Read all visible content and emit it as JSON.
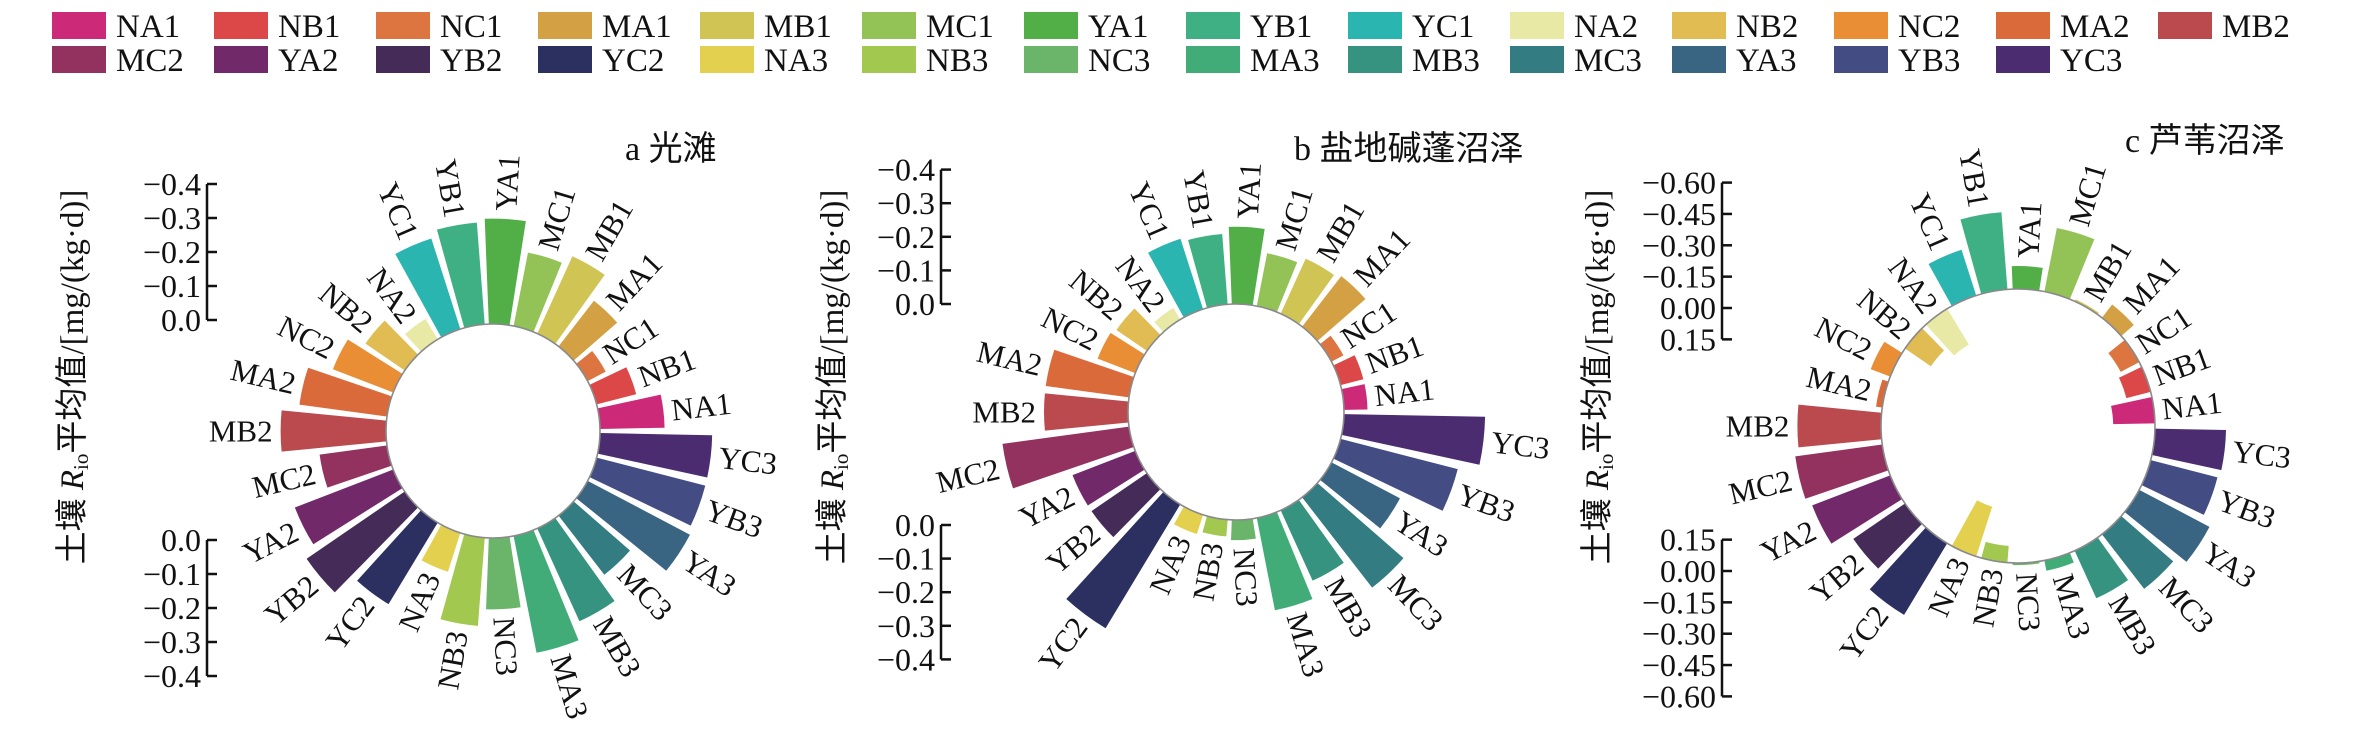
{
  "chart_data": {
    "type": "circular-bar",
    "legend": {
      "placement": "top",
      "entries": [
        "NA1",
        "NB1",
        "NC1",
        "MA1",
        "MB1",
        "MC1",
        "YA1",
        "YB1",
        "YC1",
        "NA2",
        "NB2",
        "NC2",
        "MA2",
        "MB2",
        "MC2",
        "YA2",
        "YB2",
        "YC2",
        "NA3",
        "NB3",
        "NC3",
        "MA3",
        "MB3",
        "MC3",
        "YA3",
        "YB3",
        "YC3"
      ],
      "colors": [
        "#cc2a78",
        "#dc4747",
        "#dd7540",
        "#d4a044",
        "#d0c455",
        "#93c257",
        "#52ae46",
        "#3fb084",
        "#2ab5b1",
        "#e8e9a4",
        "#e0bc52",
        "#ea8e36",
        "#db6a3a",
        "#bb4a4f",
        "#93325f",
        "#71296a",
        "#442b58",
        "#2b3060",
        "#e2d04e",
        "#a3c84f",
        "#6bb56a",
        "#41ac78",
        "#36937f",
        "#327c82",
        "#396582",
        "#434d83",
        "#4b2c71"
      ]
    },
    "ylabel": {
      "prefix": "土壤 ",
      "symbol": "R",
      "subscript": "io",
      "suffix": "平均值/[mg/(kg·d)]"
    },
    "panels": [
      {
        "title": "a 光滩",
        "categories": [
          "NA1",
          "NB1",
          "NC1",
          "MA1",
          "MB1",
          "MC1",
          "YA1",
          "YB1",
          "YC1",
          "NA2",
          "NB2",
          "NC2",
          "MA2",
          "MB2",
          "MC2",
          "YA2",
          "YB2",
          "YC2",
          "NA3",
          "NB3",
          "NC3",
          "MA3",
          "MB3",
          "MC3",
          "YA3",
          "YB3",
          "YC3"
        ],
        "values": [
          -0.19,
          -0.12,
          -0.06,
          -0.17,
          -0.25,
          -0.22,
          -0.31,
          -0.3,
          -0.28,
          -0.07,
          -0.14,
          -0.19,
          -0.26,
          -0.31,
          -0.2,
          -0.31,
          -0.35,
          -0.28,
          -0.12,
          -0.26,
          -0.21,
          -0.35,
          -0.3,
          -0.22,
          -0.34,
          -0.33,
          -0.33
        ],
        "ylim": [
          0.0,
          -0.4
        ],
        "axis_top_ticks": [
          -0.4,
          -0.3,
          -0.2,
          -0.1,
          0.0
        ],
        "axis_top_labels": [
          "−0.4",
          "−0.3",
          "−0.2",
          "−0.1",
          "0.0"
        ],
        "axis_bottom_ticks": [
          0.0,
          -0.1,
          -0.2,
          -0.3,
          -0.4
        ],
        "axis_bottom_labels": [
          "0.0",
          "−0.1",
          "−0.2",
          "−0.3",
          "−0.4"
        ]
      },
      {
        "title": "b 盐地碱蓬沼泽",
        "categories": [
          "NA1",
          "NB1",
          "NC1",
          "MA1",
          "MB1",
          "MC1",
          "YA1",
          "YB1",
          "YC1",
          "NA2",
          "NB2",
          "NC2",
          "MA2",
          "MB2",
          "MC2",
          "YA2",
          "YB2",
          "YC2",
          "NA3",
          "NB3",
          "NC3",
          "MA3",
          "MB3",
          "MC3",
          "YA3",
          "YB3",
          "YC3"
        ],
        "values": [
          -0.07,
          -0.07,
          -0.04,
          -0.19,
          -0.18,
          -0.16,
          -0.23,
          -0.21,
          -0.22,
          -0.04,
          -0.11,
          -0.12,
          -0.25,
          -0.25,
          -0.38,
          -0.2,
          -0.2,
          -0.43,
          -0.06,
          -0.05,
          -0.06,
          -0.28,
          -0.23,
          -0.34,
          -0.23,
          -0.36,
          -0.42
        ],
        "ylim": [
          0.0,
          -0.4
        ],
        "axis_top_ticks": [
          -0.4,
          -0.3,
          -0.2,
          -0.1,
          0.0
        ],
        "axis_top_labels": [
          "−0.4",
          "−0.3",
          "−0.2",
          "−0.1",
          "0.0"
        ],
        "axis_bottom_ticks": [
          0.0,
          -0.1,
          -0.2,
          -0.3,
          -0.4
        ],
        "axis_bottom_labels": [
          "0.0",
          "−0.1",
          "−0.2",
          "−0.3",
          "−0.4"
        ]
      },
      {
        "title": "c 芦苇沼泽",
        "categories": [
          "NA1",
          "NB1",
          "NC1",
          "MA1",
          "MB1",
          "MC1",
          "YA1",
          "YB1",
          "YC1",
          "NA2",
          "NB2",
          "NC2",
          "MA2",
          "MB2",
          "MC2",
          "YA2",
          "YB2",
          "YC2",
          "NA3",
          "NB3",
          "NC3",
          "MA3",
          "MB3",
          "MC3",
          "YA3",
          "YB3",
          "YC3"
        ],
        "values": [
          0.2,
          0.12,
          0.1,
          -0.08,
          -0.01,
          -0.31,
          -0.11,
          -0.37,
          -0.23,
          0.2,
          0.15,
          -0.1,
          -0.03,
          -0.4,
          -0.42,
          -0.4,
          -0.3,
          -0.4,
          0.25,
          0.08,
          -0.01,
          -0.05,
          -0.25,
          -0.33,
          -0.38,
          -0.33,
          -0.34
        ],
        "ylim": [
          0.15,
          -0.6
        ],
        "axis_top_ticks": [
          -0.6,
          -0.45,
          -0.3,
          -0.15,
          0.0,
          0.15
        ],
        "axis_top_labels": [
          "−0.60",
          "−0.45",
          "−0.30",
          "−0.15",
          "0.00",
          "0.15"
        ],
        "axis_bottom_ticks": [
          0.15,
          0.0,
          -0.15,
          -0.3,
          -0.45,
          -0.6
        ],
        "axis_bottom_labels": [
          "0.15",
          "0.00",
          "−0.15",
          "−0.30",
          "−0.45",
          "−0.60"
        ]
      }
    ]
  }
}
